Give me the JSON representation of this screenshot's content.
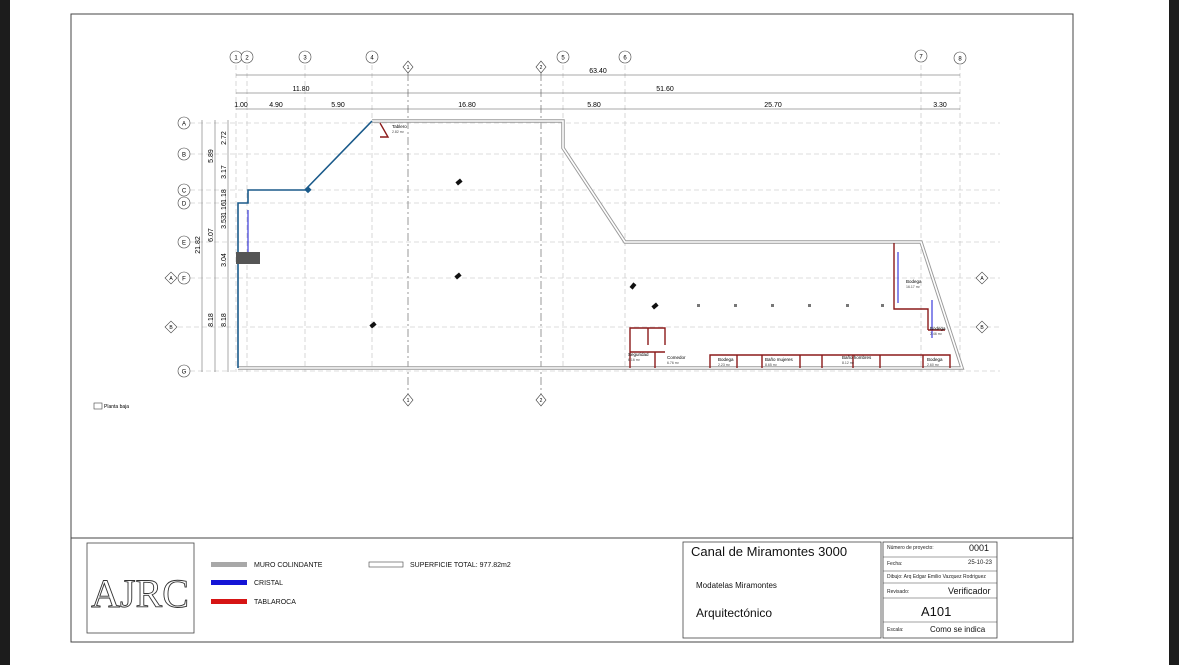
{
  "grid": {
    "columns": [
      "1",
      "2",
      "3",
      "4",
      "5",
      "6",
      "7",
      "8"
    ],
    "rows": [
      "A",
      "B",
      "C",
      "D",
      "E",
      "F",
      "G"
    ],
    "sections": [
      "1",
      "2"
    ],
    "aux_rows": [
      "A",
      "B"
    ]
  },
  "dims": {
    "overall": "63.40",
    "part_left": "11.80",
    "part_right": "51.60",
    "segments": [
      "1.00",
      "4.90",
      "5.90",
      "16.80",
      "5.80",
      "25.70",
      "3.30"
    ],
    "total_height": "21.82",
    "height_groups": [
      "5.89",
      "6.07",
      "8.18"
    ],
    "height_rows": [
      "2.72",
      "3.17",
      "1.18",
      "1.16",
      "3.53",
      "3.04",
      "8.18"
    ]
  },
  "rooms": [
    {
      "name": "Tablero",
      "area": "2.82 m²"
    },
    {
      "name": "Bodega",
      "area": "16.17 m²"
    },
    {
      "name": "Bodega",
      "area": "2.46 m²"
    },
    {
      "name": "Seguridad",
      "area": "6.16 m²"
    },
    {
      "name": "Comedor",
      "area": "6.76 m²"
    },
    {
      "name": "Bodega",
      "area": "2.23 m²"
    },
    {
      "name": "Baño mujeres",
      "area": "8.65 m²"
    },
    {
      "name": "Baño hombres",
      "area": "8.12 m²"
    },
    {
      "name": "Bodega",
      "area": "2.60 m²"
    }
  ],
  "key_plan_label": "Planta baja",
  "legend": {
    "items": [
      {
        "label": "MURO COLINDANTE",
        "color": "#a8a8a8"
      },
      {
        "label": "CRISTAL",
        "color": "#1414d6"
      },
      {
        "label": "TABLAROCA",
        "color": "#d61414"
      }
    ],
    "surface": "SUPERFICIE TOTAL: 977.82m2"
  },
  "logo_text": "AJRC",
  "title_block": {
    "project": "Canal de Miramontes 3000",
    "client": "Modatelas Miramontes",
    "discipline": "Arquitectónico",
    "project_number_label": "Número de proyecto:",
    "project_number": "0001",
    "date_label": "Fecha:",
    "date": "25-10-23",
    "drawing_by": "Dibujo: Arq Edgar Emilio Vazquez Rodriguez",
    "reviewed_label": "Revisado:",
    "reviewed": "Verificador",
    "sheet": "A101",
    "scale_label": "Escala:",
    "scale": "Como se indica"
  },
  "colors": {
    "wall": "#9a9a9a",
    "glass": "#1a5a8a",
    "drywall": "#8b1a1a",
    "grid": "#b0b0b0"
  }
}
